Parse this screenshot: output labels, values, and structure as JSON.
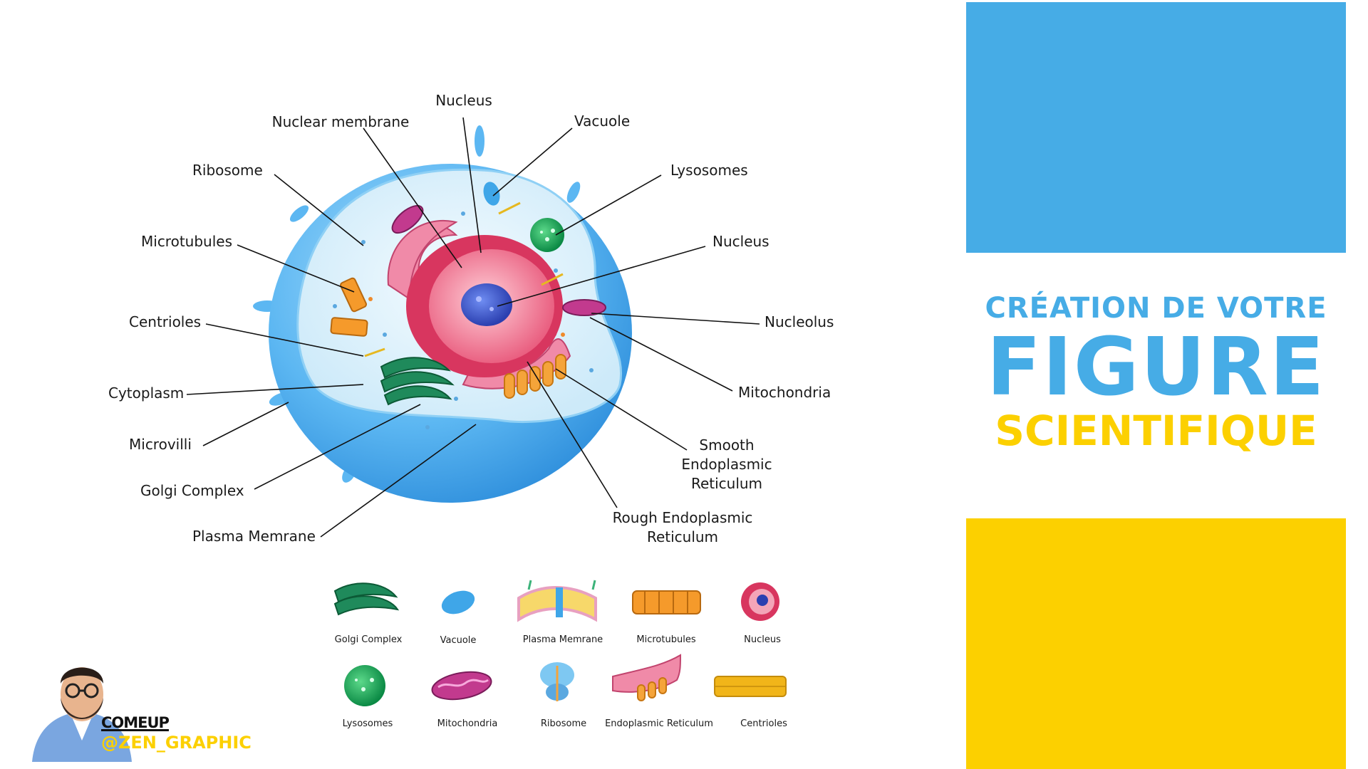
{
  "diagram": {
    "labels": {
      "nucleus_top": "Nucleus",
      "nuclear_membrane": "Nuclear membrane",
      "vacuole": "Vacuole",
      "ribosome": "Ribosome",
      "lysosomes": "Lysosomes",
      "microtubules": "Microtubules",
      "nucleus_right": "Nucleus",
      "centrioles": "Centrioles",
      "nucleolus": "Nucleolus",
      "cytoplasm": "Cytoplasm",
      "mitochondria": "Mitochondria",
      "microvilli": "Microvilli",
      "smooth_er": [
        "Smooth",
        "Endoplasmic",
        "Reticulum"
      ],
      "golgi_complex": "Golgi Complex",
      "rough_er": [
        "Rough Endoplasmic",
        "Reticulum"
      ],
      "plasma_membrane": "Plasma Memrane"
    },
    "legend": [
      "Golgi Complex",
      "Vacuole",
      "Plasma Memrane",
      "Microtubules",
      "Nucleus",
      "Lysosomes",
      "Mitochondria",
      "Ribosome",
      "Endoplasmic Reticulum",
      "Centrioles"
    ]
  },
  "side_panel": {
    "line1": "CRÉATION DE VOTRE",
    "line2": "FIGURE",
    "line3": "SCIENTIFIQUE"
  },
  "brand": {
    "name": "COMEUP",
    "handle": "@ZEN_GRAPHIC"
  },
  "colors": {
    "blue": "#46ace6",
    "yellow": "#fcd000"
  }
}
